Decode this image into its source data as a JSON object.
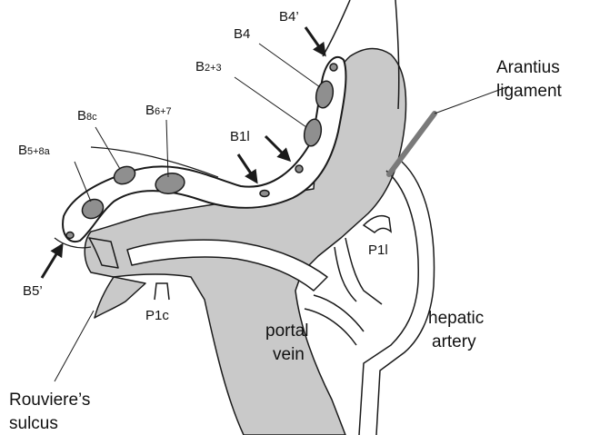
{
  "colors": {
    "tissue": "#c9c9c9",
    "outline": "#1a1a1a",
    "duct_fill": "#ffffff",
    "duct_lumen": "#8f8f8f",
    "ligament": "#7a7a7a",
    "background": "#ffffff"
  },
  "labels": {
    "b5_8a": {
      "main": "B",
      "sub": "5+8a"
    },
    "b8c": {
      "main": "B",
      "sub": "8c"
    },
    "b6_7": {
      "main": "B",
      "sub": "6+7"
    },
    "b2_3": {
      "main": "B",
      "sub": "2+3"
    },
    "b4": "B4",
    "b4_prime": "B4’",
    "b1l": "B1l",
    "b5_prime": "B5’",
    "p1c": "P1c",
    "p1l": "P1l",
    "portal_vein_line1": "portal",
    "portal_vein_line2": "vein",
    "hepatic_artery_line1": "hepatic",
    "hepatic_artery_line2": "artery",
    "arantius_line1": "Arantius",
    "arantius_line2": "ligament",
    "rouviere_line1": "Rouviere’s",
    "rouviere_line2": "sulcus"
  }
}
